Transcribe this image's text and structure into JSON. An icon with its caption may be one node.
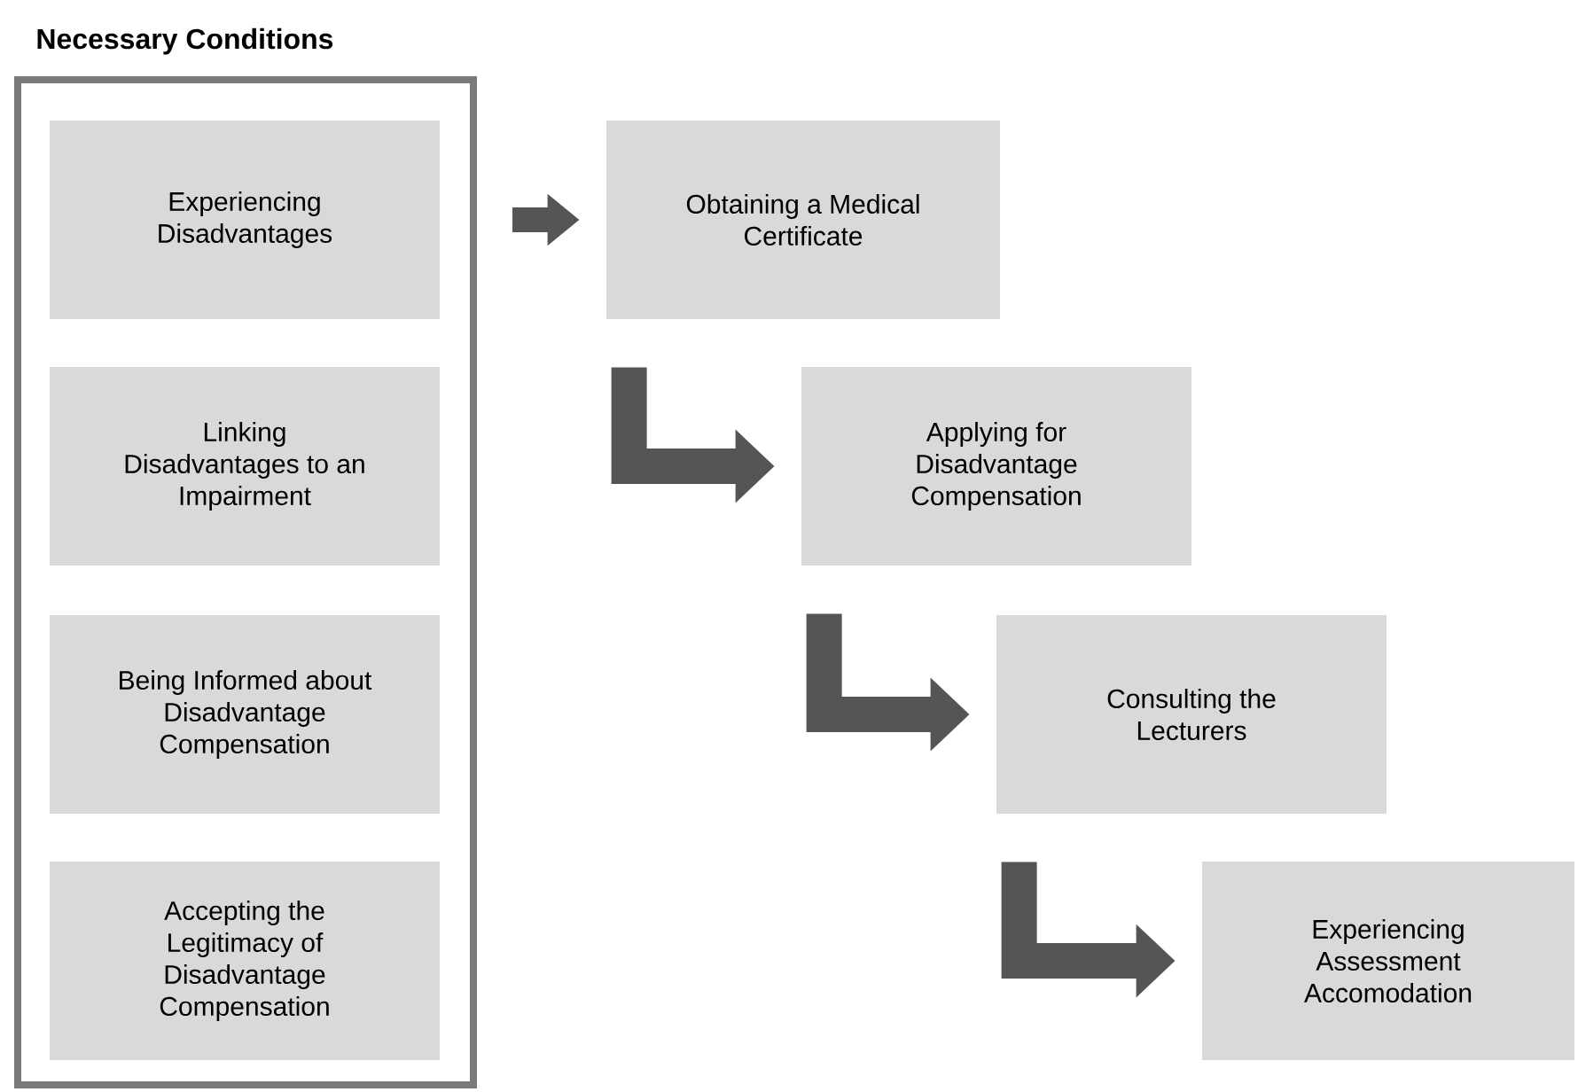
{
  "diagram": {
    "nodes": [
      {
        "text": [
          "Necessary Conditions"
        ]
      },
      {
        "text": [
          "Experiencing Disadvantages"
        ],
        "in": 0
      },
      {
        "text": [
          "Linking Disadvantages to an Impairment"
        ],
        "in": 0
      },
      {
        "text": [
          "Being Informed about Disadvantage Compensation"
        ],
        "in": 0
      },
      {
        "text": [
          "Accepting the Legitimacy of Disadvantage Compensation"
        ],
        "in": 0
      },
      {
        "text": [
          "Obtaining a Medical Certificate"
        ]
      },
      {
        "text": [
          "Applying for Disadvantage Compensation"
        ]
      },
      {
        "text": [
          "Consulting the Lecturers"
        ]
      },
      {
        "text": [
          "Experiencing Assessment Accomodation"
        ]
      }
    ],
    "edges": [
      {
        "from": 0,
        "to": 5,
        "arrow": "to"
      },
      {
        "from": 5,
        "to": 6,
        "arrow": "to"
      },
      {
        "from": 6,
        "to": 7,
        "arrow": "to"
      },
      {
        "from": 7,
        "to": 8,
        "arrow": "to"
      }
    ]
  }
}
